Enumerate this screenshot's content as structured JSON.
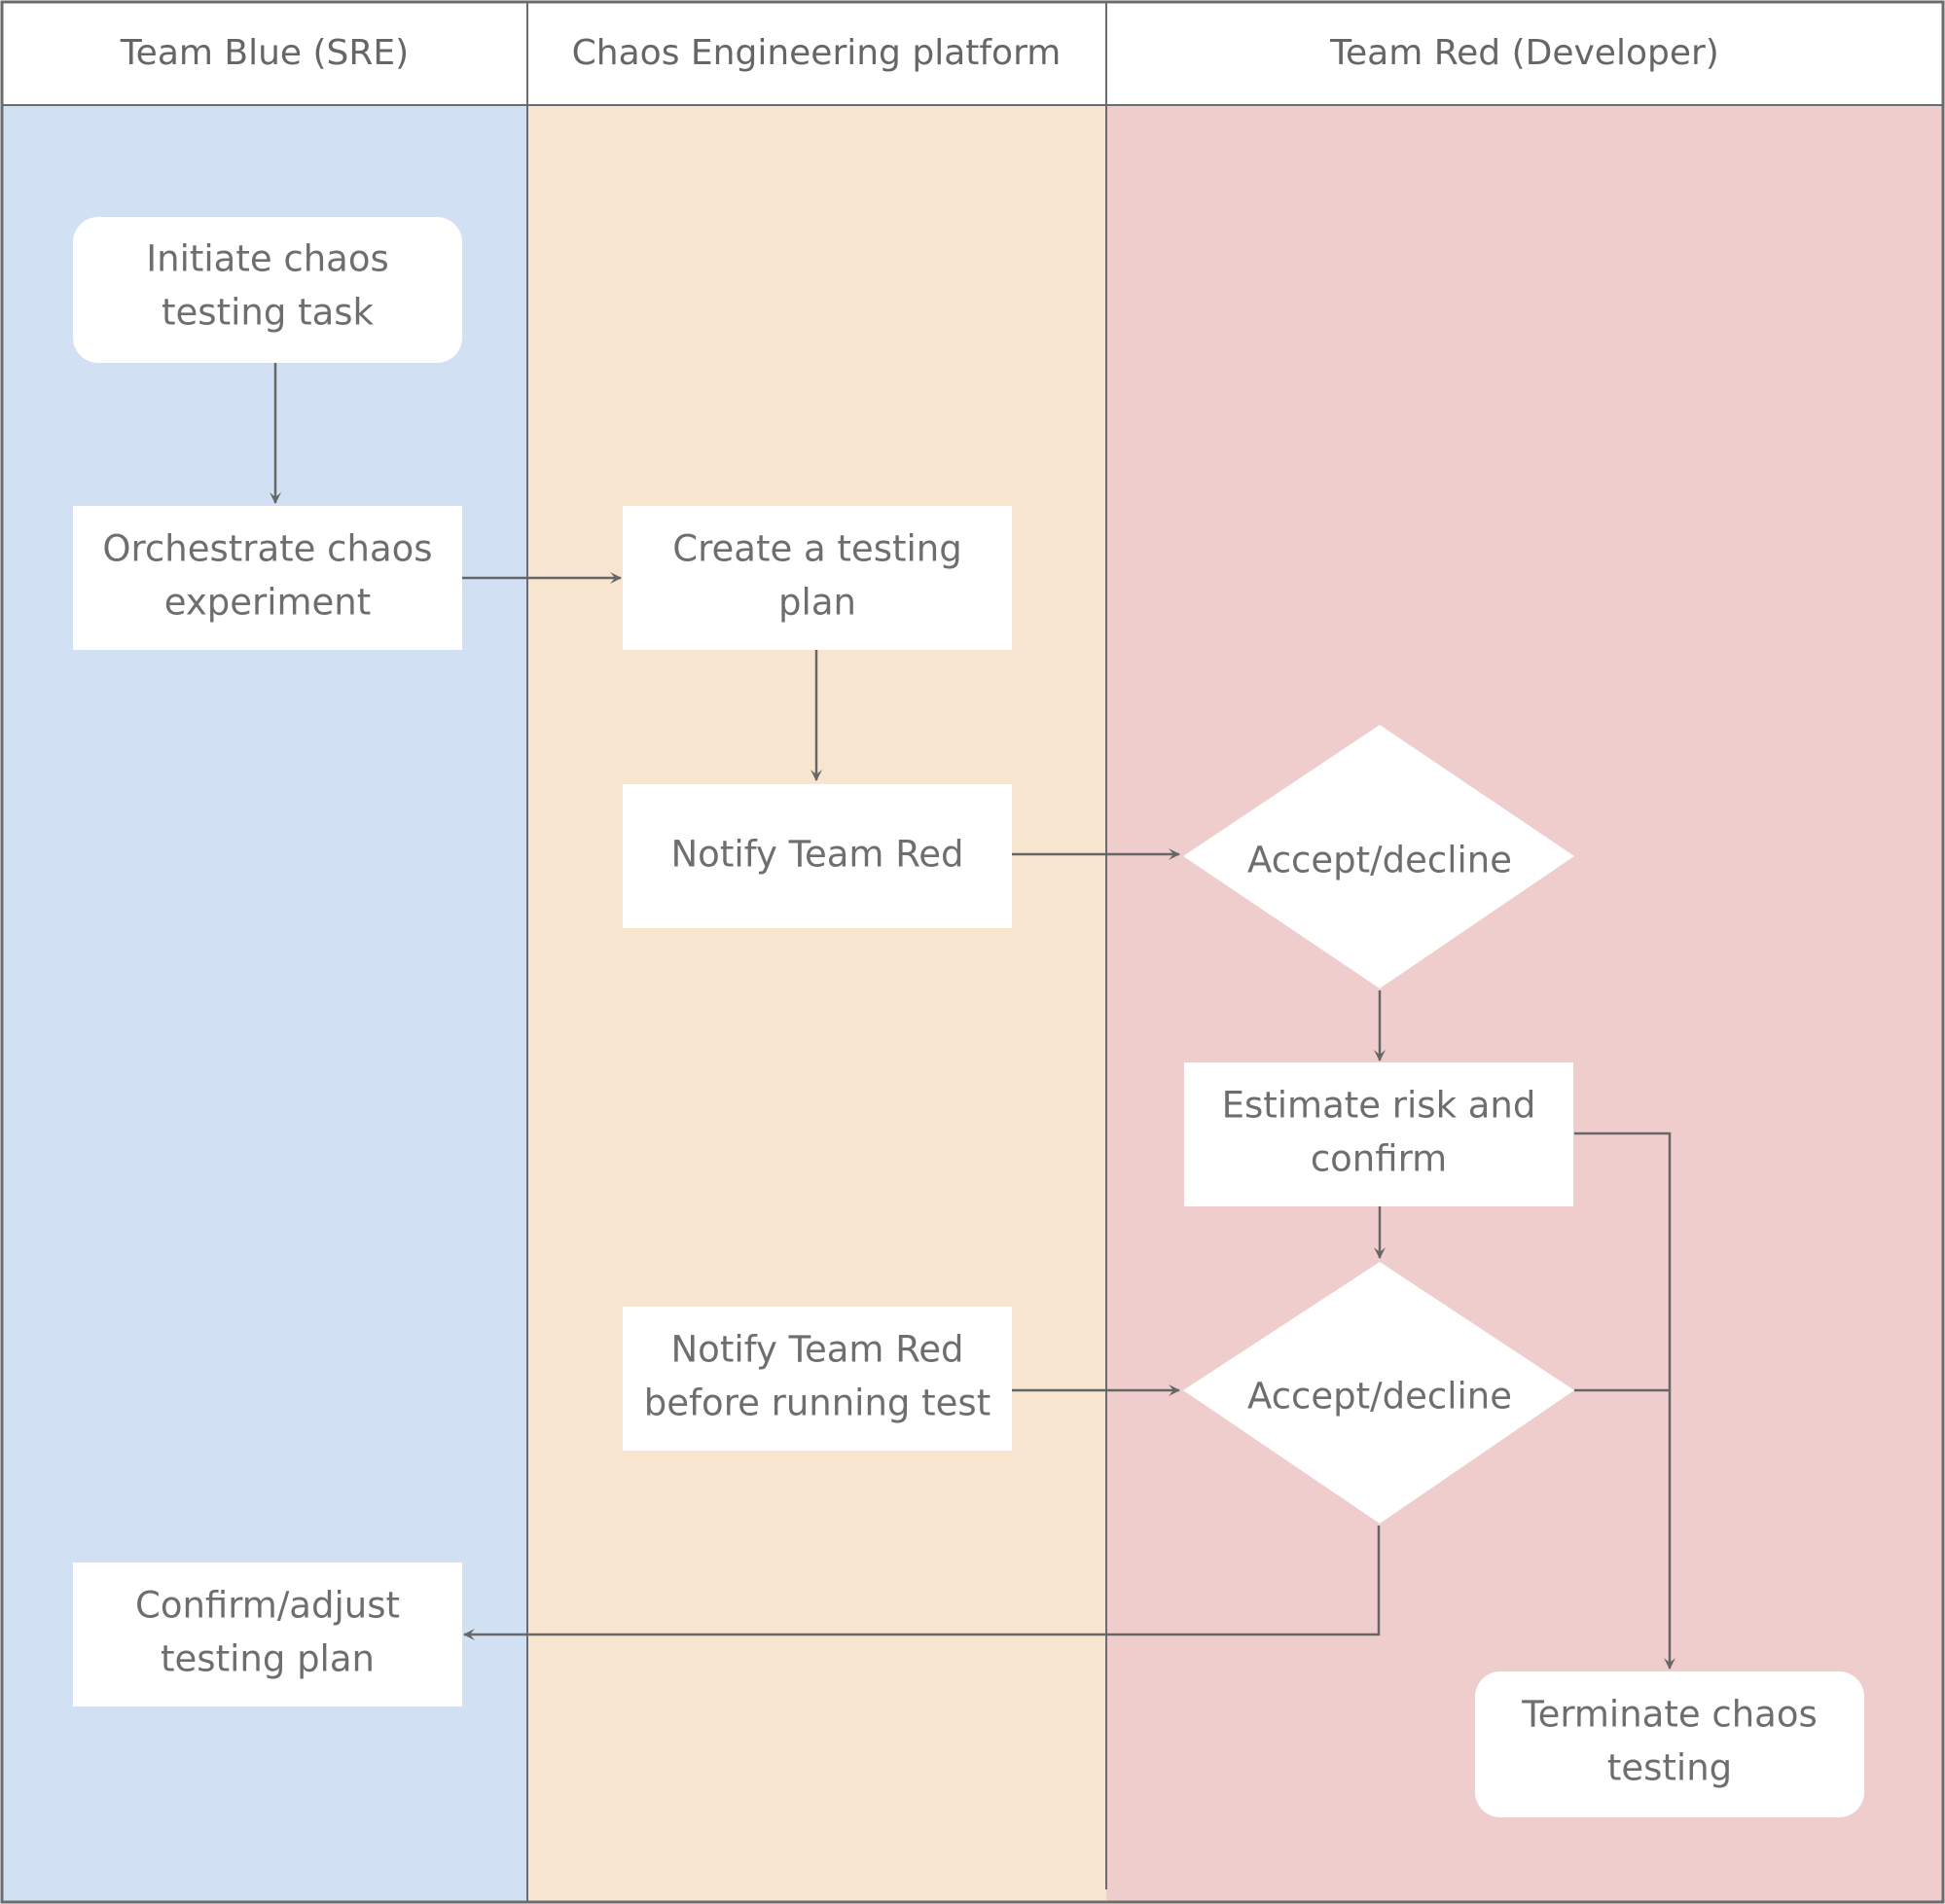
{
  "lanes": [
    {
      "id": "blue",
      "title": "Team Blue (SRE)",
      "color": "#d1e1f3"
    },
    {
      "id": "platform",
      "title": "Chaos Engineering platform",
      "color": "#f8e5cf"
    },
    {
      "id": "red",
      "title": "Team Red (Developer)",
      "color": "#f0cdcd"
    }
  ],
  "colors": {
    "border": "#6b6b6b",
    "node_fill": "#ffffff",
    "arrow": "#666666",
    "text": "#6e6e6e"
  },
  "nodes": {
    "initiate": {
      "shape": "rounded",
      "lines": [
        "Initiate chaos",
        "testing task"
      ]
    },
    "orchestrate": {
      "shape": "rect",
      "lines": [
        "Orchestrate chaos",
        "experiment"
      ]
    },
    "create_plan": {
      "shape": "rect",
      "lines": [
        "Create a testing",
        "plan"
      ]
    },
    "notify_red": {
      "shape": "rect",
      "lines": [
        "Notify Team Red"
      ]
    },
    "accept1": {
      "shape": "diamond",
      "lines": [
        "Accept/decline"
      ]
    },
    "estimate": {
      "shape": "rect",
      "lines": [
        "Estimate risk and",
        "confirm"
      ]
    },
    "notify_before": {
      "shape": "rect",
      "lines": [
        "Notify Team Red",
        "before running test"
      ]
    },
    "accept2": {
      "shape": "diamond",
      "lines": [
        "Accept/decline"
      ]
    },
    "confirm_adjust": {
      "shape": "rect",
      "lines": [
        "Confirm/adjust",
        "testing plan"
      ]
    },
    "terminate": {
      "shape": "rounded",
      "lines": [
        "Terminate chaos",
        "testing"
      ]
    }
  },
  "edges": [
    {
      "from": "initiate",
      "to": "orchestrate"
    },
    {
      "from": "orchestrate",
      "to": "create_plan"
    },
    {
      "from": "create_plan",
      "to": "notify_red"
    },
    {
      "from": "notify_red",
      "to": "accept1"
    },
    {
      "from": "accept1",
      "to": "estimate"
    },
    {
      "from": "estimate",
      "to": "accept2"
    },
    {
      "from": "notify_before",
      "to": "accept2"
    },
    {
      "from": "accept2",
      "to": "confirm_adjust"
    },
    {
      "from": "estimate",
      "to": "terminate"
    },
    {
      "from": "accept2",
      "to": "terminate"
    }
  ]
}
